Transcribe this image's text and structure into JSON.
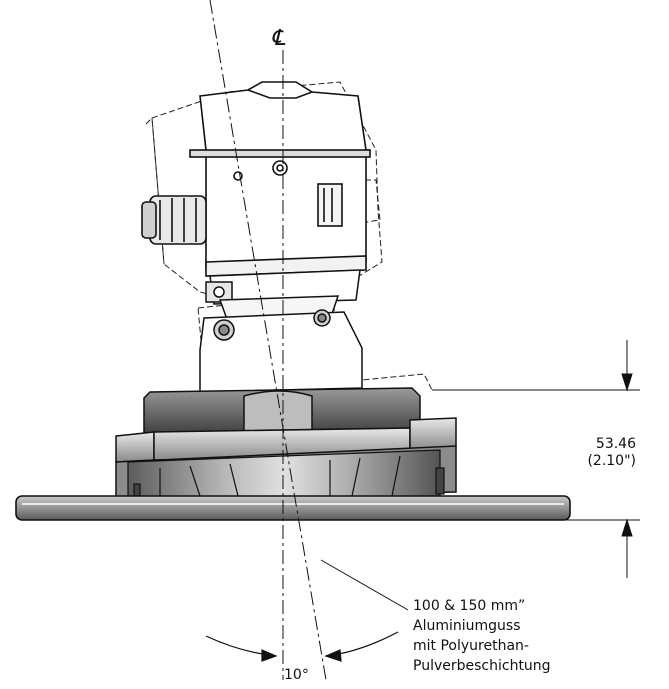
{
  "centerline_symbol": "℄",
  "dimension": {
    "mm": "53.46",
    "inch": "(2.10\")"
  },
  "tilt_angle": "10°",
  "note": {
    "line1": "100 & 150 mm”",
    "line2": "Aluminiumguss",
    "line3": "mit Polyurethan-",
    "line4": "Pulverbeschichtung"
  },
  "colors": {
    "line": "#111111",
    "body_fill": "#ffffff",
    "flange_dark": "#6b6b6b",
    "flange_mid": "#a6a6a6",
    "flange_light": "#d6d6d6"
  }
}
